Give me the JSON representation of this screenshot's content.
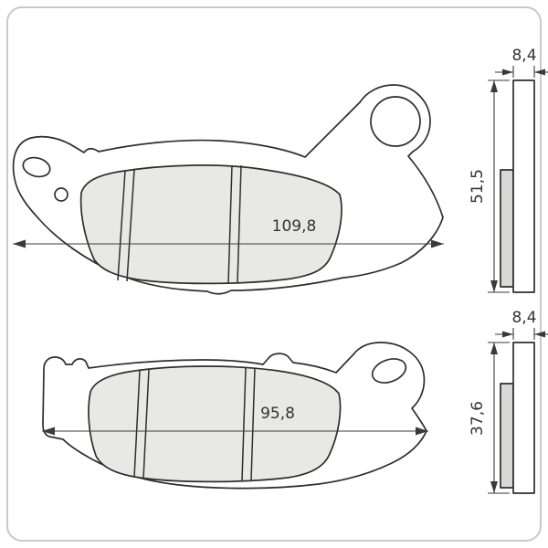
{
  "style": {
    "line_color": "#2e2e2e",
    "dimension_color": "#3a3a3a",
    "friction_fill": "#e8e8e5",
    "side_friction_fill": "#d8d8d6",
    "backplate_fill": "#ffffff",
    "frame_color": "#c9c9c9"
  },
  "figure": {
    "views": [
      {
        "id": "top-pad",
        "front": {
          "width_label": "109,8"
        },
        "side": {
          "thickness_label": "8,4",
          "height_label": "51,5"
        }
      },
      {
        "id": "bottom-pad",
        "front": {
          "width_label": "95,8"
        },
        "side": {
          "thickness_label": "8,4",
          "height_label": "37,6"
        }
      }
    ]
  }
}
